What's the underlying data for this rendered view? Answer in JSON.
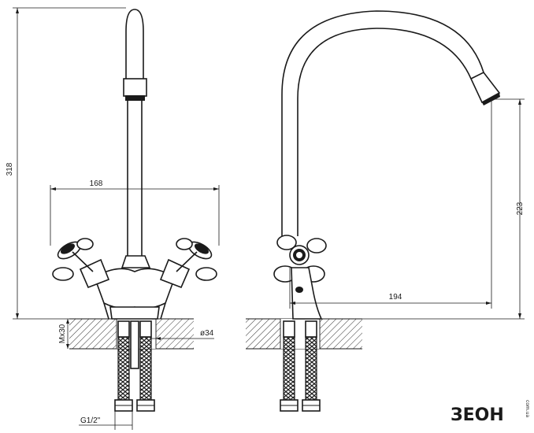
{
  "dimensions": {
    "height_total": "318",
    "spread": "168",
    "mount_thread": "Mx30",
    "mount_diameter": "ø34",
    "hose_thread": "G1/2\"",
    "spout_height": "223",
    "spout_reach": "194"
  },
  "logo": {
    "text": "ЗЕОН",
    "suffix": "com.ua"
  }
}
